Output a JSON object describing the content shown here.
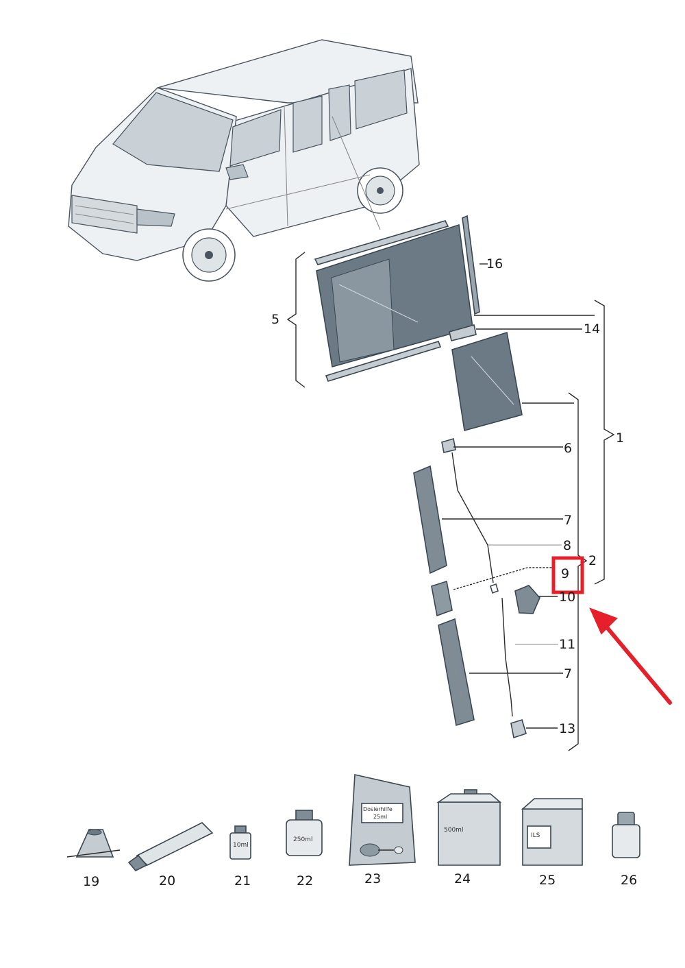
{
  "callouts": [
    {
      "id": "c1",
      "label": "1"
    },
    {
      "id": "c2",
      "label": "2"
    },
    {
      "id": "c5",
      "label": "5"
    },
    {
      "id": "c6",
      "label": "6"
    },
    {
      "id": "c7a",
      "label": "7"
    },
    {
      "id": "c7b",
      "label": "7"
    },
    {
      "id": "c8",
      "label": "8"
    },
    {
      "id": "c9",
      "label": "9"
    },
    {
      "id": "c10",
      "label": "10"
    },
    {
      "id": "c11",
      "label": "11"
    },
    {
      "id": "c13",
      "label": "13"
    },
    {
      "id": "c14",
      "label": "14"
    },
    {
      "id": "c16",
      "label": "16"
    },
    {
      "id": "c19",
      "label": "19"
    },
    {
      "id": "c20",
      "label": "20"
    },
    {
      "id": "c21",
      "label": "21"
    },
    {
      "id": "c22",
      "label": "22"
    },
    {
      "id": "c23",
      "label": "23"
    },
    {
      "id": "c24",
      "label": "24"
    },
    {
      "id": "c25",
      "label": "25"
    },
    {
      "id": "c26",
      "label": "26"
    }
  ],
  "product_labels": {
    "bottle_21": "10ml",
    "can_22": "250ml",
    "bag_23_line1": "Dosierhilfe",
    "bag_23_line2": "25ml",
    "box_24": "500ml",
    "box_25": "ILS"
  },
  "highlight": {
    "target_label": "9",
    "color": "#e5202a"
  },
  "colors": {
    "line": "#2a2a2a",
    "glass": "#6b7a84",
    "van_body": "#eef1f3",
    "arrow": "#e5202a"
  }
}
